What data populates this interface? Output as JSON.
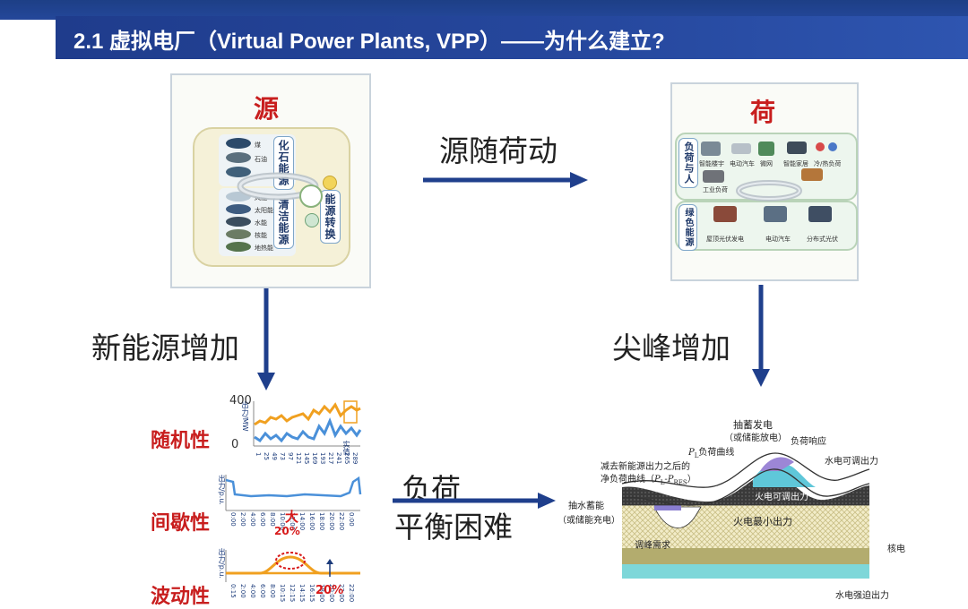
{
  "header": {
    "title": "2.1 虚拟电厂（Virtual Power Plants, VPP）——为什么建立?"
  },
  "source_panel": {
    "title": "源",
    "fossil_label": "化石能源",
    "clean_label": "清洁能源",
    "conversion_label": "能源转换",
    "items": [
      "煤",
      "石油",
      "风能",
      "太阳能",
      "水能",
      "核能",
      "地热能"
    ]
  },
  "load_panel": {
    "title": "荷",
    "people_label": "负荷与人",
    "green_label": "绿色能源",
    "items": [
      "智能楼宇",
      "电动汽车",
      "微网",
      "智能家居",
      "冷/热负荷",
      "工业负荷",
      "屋顶光伏发电",
      "电动汽车",
      "分布式光伏"
    ]
  },
  "arrows": {
    "source_follows_load": "源随荷动",
    "new_energy_increase": "新能源增加",
    "peak_increase": "尖峰增加",
    "balance_line1": "负荷",
    "balance_line2": "平衡困难"
  },
  "characteristics": {
    "randomness": "随机性",
    "intermittency": "间歇性",
    "volatility": "波动性",
    "pct_a": "20%",
    "pct_b": "20%",
    "ax_y_top": "400",
    "ax_y_bottom": "0",
    "ax_unit_mw": "出力/MW",
    "ax_unit_pu": "出力/p.u.",
    "ax_unit_pu2": "出力/p.u.",
    "big_day": "大",
    "real_val": "实值",
    "x_ticks_1": [
      "1",
      "25",
      "49",
      "73",
      "97",
      "121",
      "145",
      "169",
      "193",
      "217",
      "241",
      "265",
      "289"
    ],
    "x_ticks_2": [
      "0:00",
      "2:00",
      "4:00",
      "6:00",
      "8:00",
      "10:00",
      "12:00",
      "14:00",
      "16:00",
      "18:00",
      "20:00",
      "22:00",
      "0:00"
    ],
    "x_ticks_3": [
      "0:15",
      "2:00",
      "4:00",
      "6:00",
      "8:00",
      "10:15",
      "12:15",
      "14:15",
      "16:15",
      "18:00",
      "20:00",
      "22:00",
      "22:00"
    ]
  },
  "load_curve": {
    "pumped_gen": "抽蓄发电",
    "storage_discharge": "（或储能放电）",
    "pl_curve": "负荷曲线",
    "pl_prefix": "P",
    "pl_sub": "L",
    "load_response": "负荷响应",
    "net_load_line1": "减去新能源出力之后的",
    "net_load_line2": "净负荷曲线（",
    "net_load_formula": "P",
    "net_load_sub1": "L",
    "net_load_minus": "-P",
    "net_load_sub2": "RES",
    "net_load_close": "）",
    "hydro_adjustable": "水电可调出力",
    "thermal_adjustable": "火电可调出力",
    "pumped_storage": "抽水蓄能",
    "storage_charge": "（或储能充电）",
    "thermal_min": "火电最小出力",
    "peak_demand": "调峰需求",
    "nuclear": "核电",
    "hydro_forced": "水电强迫出力"
  }
}
